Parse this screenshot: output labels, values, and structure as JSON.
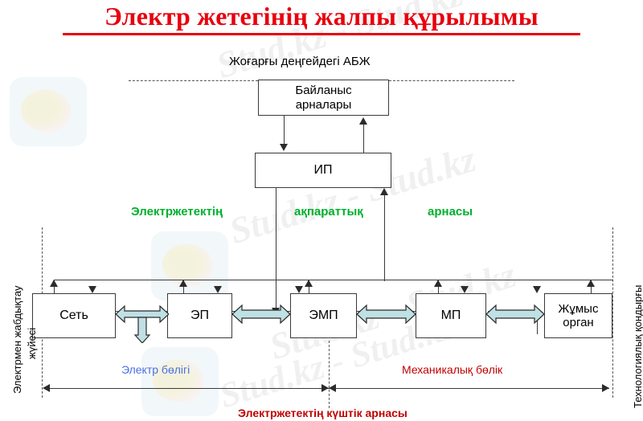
{
  "title": {
    "text": "Электр жетегінің жалпы құрылымы",
    "color": "#e8000d"
  },
  "labels": {
    "top_system": "Жоғарғы деңгейдегі АБЖ",
    "green_1": "Электржетектің",
    "green_2": "ақпараттық",
    "green_3": "арнасы",
    "left_side_line1": "Электрмен жабдықтау",
    "left_side_line2": "жүйесі",
    "right_side": "Технологиялық қондырғы",
    "electric_part": "Электр бөлігі",
    "mechanical_part": "Механикалық бөлік",
    "power_channel": "Электржетектің күштік арнасы"
  },
  "boxes": {
    "comm": {
      "line1": "Байланыс",
      "line2": "арналары"
    },
    "ip": {
      "label": "ИП"
    },
    "set": {
      "label": "Сеть"
    },
    "ep": {
      "label": "ЭП"
    },
    "emp": {
      "label": "ЭМП"
    },
    "mp": {
      "label": "МП"
    },
    "work": {
      "line1": "Жұмыс",
      "line2": "орган"
    }
  },
  "colors": {
    "title_red": "#e8000d",
    "green": "#00b02e",
    "blue": "#4a6fe0",
    "red": "#c00000",
    "block_arrow_fill": "#bfe0e4",
    "line": "#3a3a3a"
  },
  "watermarks": {
    "w1": "Stud.kz - Stud.kz",
    "w2": "Stud.kz - Stud.kz",
    "w3": "Stud.kz - Stud.kz",
    "w4": "Stud.kz - Stud.kz"
  }
}
